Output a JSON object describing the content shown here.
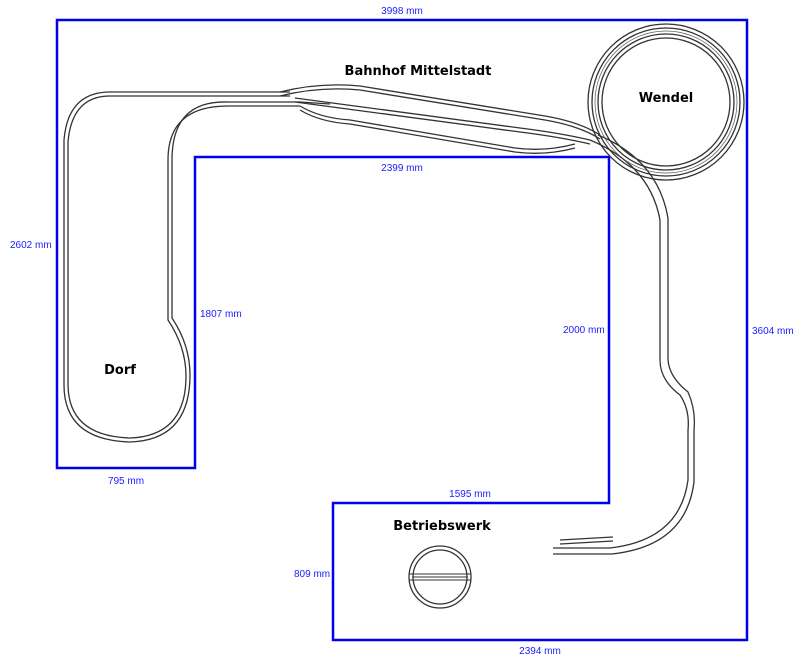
{
  "dimensions": {
    "top_width": "3998 mm",
    "left_height": "2602 mm",
    "inner_top": "2399 mm",
    "inner_left": "1807 mm",
    "bottom_left": "795 mm",
    "inner_right": "2000 mm",
    "right_height": "3604 mm",
    "mid_bottom": "1595 mm",
    "bottom_left_short": "809 mm",
    "bottom_width": "2394 mm"
  },
  "labels": {
    "station": "Bahnhof Mittelstadt",
    "helix": "Wendel",
    "village": "Dorf",
    "depot": "Betriebswerk"
  },
  "colors": {
    "walls": "#0000ee",
    "dimensions": "#1a1aff",
    "track": "#333333"
  }
}
